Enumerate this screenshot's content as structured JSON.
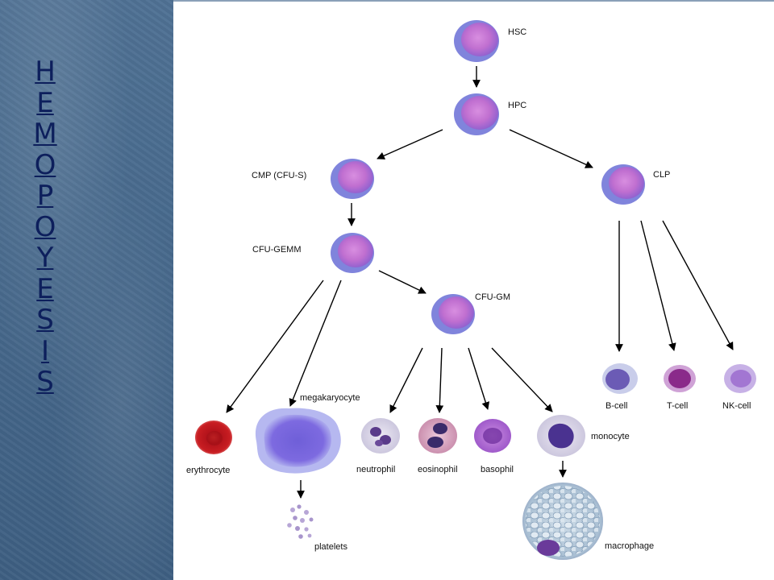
{
  "title": {
    "letters": [
      "H",
      "E",
      "M",
      "O",
      "P",
      "O",
      "Y",
      "E",
      "S",
      "I",
      "S"
    ]
  },
  "colors": {
    "sidebar": "#46688b",
    "title_text": "#0d1f5c",
    "stem_cell": "#c06fd0",
    "stem_cell_rim": "#6a6fd6",
    "erythrocyte": "#c4151c",
    "arrow": "#000000"
  },
  "cells": {
    "hsc": "HSC",
    "hpc": "HPC",
    "cmp": "CMP (CFU-S)",
    "clp": "CLP",
    "cfu_gemm": "CFU-GEMM",
    "cfu_gm": "CFU-GM",
    "erythrocyte": "erythrocyte",
    "megakaryocyte": "megakaryocyte",
    "platelets": "platelets",
    "neutrophil": "neutrophil",
    "eosinophil": "eosinophil",
    "basophil": "basophil",
    "monocyte": "monocyte",
    "macrophage": "macrophage",
    "b_cell": "B-cell",
    "t_cell": "T-cell",
    "nk_cell": "NK-cell"
  }
}
